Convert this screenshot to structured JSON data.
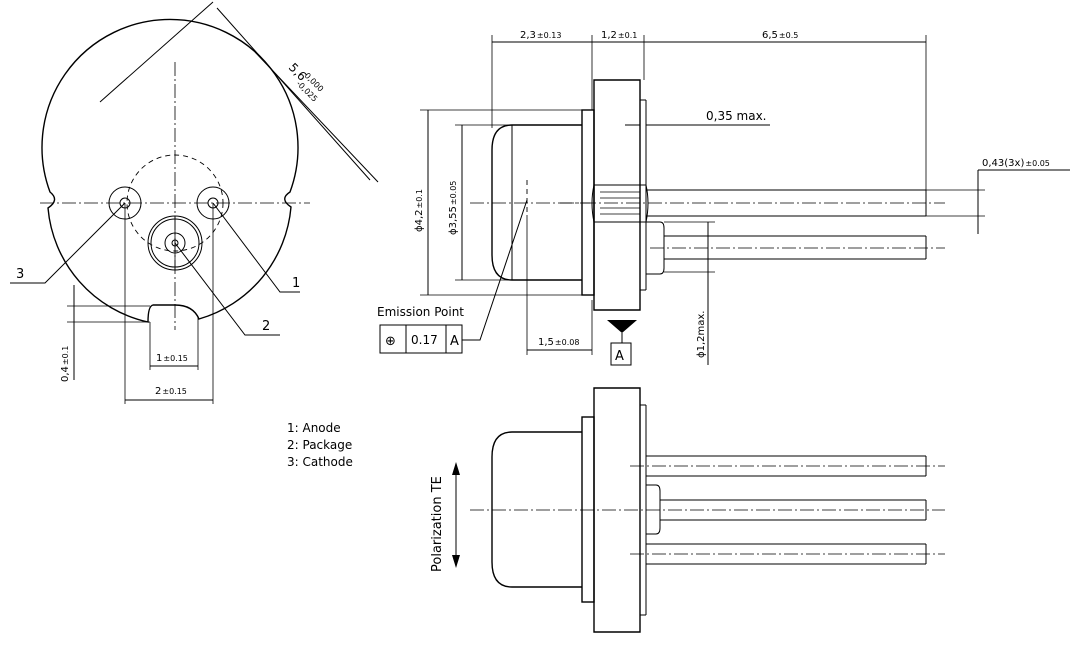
{
  "dimensions": {
    "diag_main": "5,6",
    "diag_tol_upper": "0,000",
    "diag_tol_lower": "-0,025",
    "d_23": "2,3",
    "d_23_tol": "±0.13",
    "d_12": "1,2",
    "d_12_tol": "±0.1",
    "d_65": "6,5",
    "d_65_tol": "±0.5",
    "d_035": "0,35 max.",
    "d_043": "0,43(3x)",
    "d_043_tol": "±0.05",
    "d_phi42": "ϕ4,2",
    "d_phi42_tol": "±0.1",
    "d_phi355": "ϕ3,55",
    "d_phi355_tol": "±0.05",
    "d_15": "1,5",
    "d_15_tol": "±0.08",
    "d_phi12max": "ϕ1,2max.",
    "d_04": "0,4",
    "d_04_tol": "±0.1",
    "d_1": "1",
    "d_1_tol": "±0.15",
    "d_2": "2",
    "d_2_tol": "±0.15"
  },
  "tolerance_frame": {
    "symbol": "⊕",
    "value": "0.17",
    "datum": "A"
  },
  "datum_label": "A",
  "labels": {
    "emission_point": "Emission Point",
    "pin1": "1",
    "pin2": "2",
    "pin3": "3",
    "polarization": "Polarization TE"
  },
  "legend": [
    "1: Anode",
    "2: Package",
    "3: Cathode"
  ]
}
